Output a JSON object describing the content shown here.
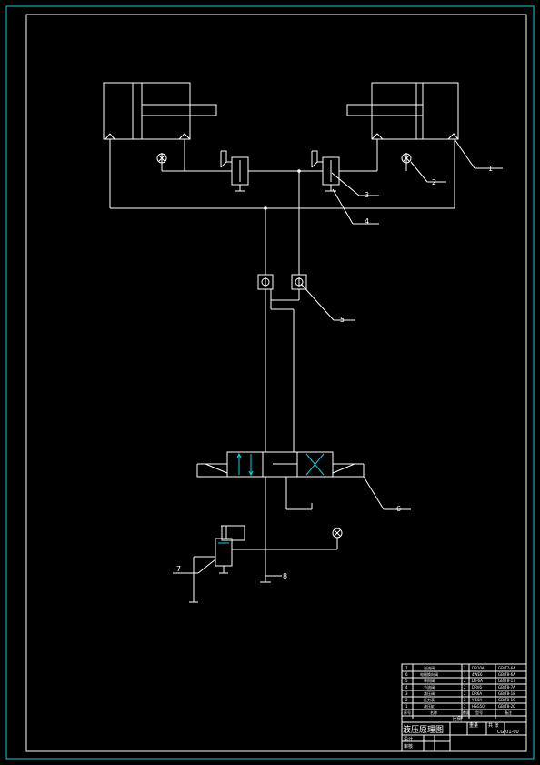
{
  "callouts": [
    "1",
    "2",
    "3",
    "4",
    "5",
    "6",
    "7",
    "8"
  ],
  "title_block": {
    "title": "液压原理图",
    "rows": [
      {
        "no": "7",
        "name": "溢流阀",
        "qty": "1",
        "model": "DB10A",
        "std": "GB/T7-6A"
      },
      {
        "no": "6",
        "name": "电磁换向阀",
        "qty": "1",
        "model": "4WE6",
        "std": "GB/T8-6A"
      },
      {
        "no": "5",
        "name": "单向阀",
        "qty": "2",
        "model": "DIF6A",
        "std": "GB/T8-17"
      },
      {
        "no": "4",
        "name": "节流阀",
        "qty": "2",
        "model": "DRV6",
        "std": "GB/T8-7A"
      },
      {
        "no": "3",
        "name": "减压阀",
        "qty": "2",
        "model": "DR6A",
        "std": "GB/T8-18"
      },
      {
        "no": "2",
        "name": "压力表",
        "qty": "2",
        "model": "Y-60A",
        "std": "GB/T8-19"
      },
      {
        "no": "1",
        "name": "液压缸",
        "qty": "2",
        "model": "HSG50",
        "std": "GB/T8-20"
      }
    ],
    "header": {
      "no": "序号",
      "name": "名称",
      "qty": "数量",
      "model": "型号",
      "std": "备注"
    },
    "scale_label": "比例",
    "sheet_label": "共 张",
    "mass_label": "重量",
    "design_label": "设计",
    "check_label": "审核",
    "drawing_no": "CG-01-00"
  }
}
